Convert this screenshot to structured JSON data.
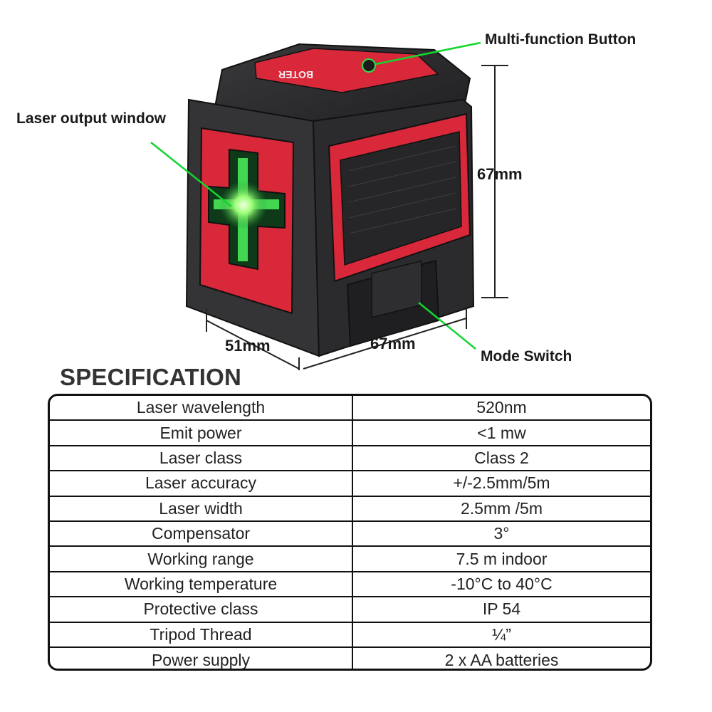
{
  "callouts": {
    "multi_function_button": "Multi-function Button",
    "laser_output_window": "Laser output window",
    "mode_switch": "Mode Switch"
  },
  "dimensions": {
    "height": "67mm",
    "depth": "51mm",
    "width": "67mm"
  },
  "colors": {
    "body_red": "#d8283a",
    "housing_black": "#2b2b2d",
    "laser_green": "#29e84a",
    "callout_line": "#12d62e"
  },
  "spec": {
    "title": "SPECIFICATION",
    "rows": [
      {
        "label": "Laser wavelength",
        "value": "520nm"
      },
      {
        "label": "Emit power",
        "value": "<1 mw"
      },
      {
        "label": "Laser class",
        "value": "Class 2"
      },
      {
        "label": "Laser accuracy",
        "value": "+/-2.5mm/5m"
      },
      {
        "label": "Laser width",
        "value": "2.5mm /5m"
      },
      {
        "label": "Compensator",
        "value": "3°"
      },
      {
        "label": "Working range",
        "value": "7.5 m indoor"
      },
      {
        "label": "Working temperature",
        "value": "-10°C to 40°C"
      },
      {
        "label": "Protective class",
        "value": "IP 54"
      },
      {
        "label": "Tripod Thread",
        "value": "¼”"
      },
      {
        "label": "Power supply",
        "value": "2 x AA batteries"
      }
    ]
  }
}
